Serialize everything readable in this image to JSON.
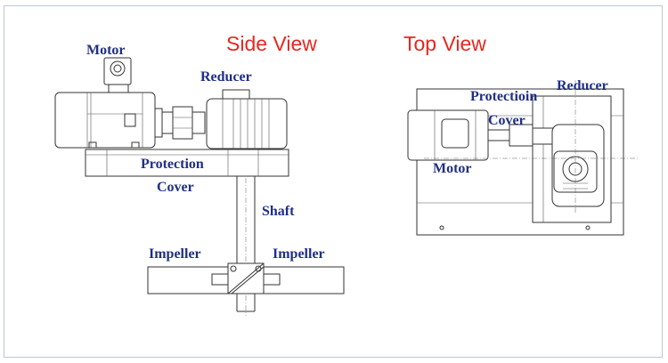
{
  "titles": {
    "side_view": "Side View",
    "top_view": "Top View"
  },
  "side_labels": {
    "motor": "Motor",
    "reducer": "Reducer",
    "protection": "Protection",
    "cover": "Cover",
    "shaft": "Shaft",
    "impeller_left": "Impeller",
    "impeller_right": "Impeller"
  },
  "top_labels": {
    "reducer": "Reducer",
    "protection": "Protectioin",
    "cover": "Cover",
    "motor": "Motor"
  },
  "colors": {
    "title": "#e8261f",
    "label": "#1f2f86",
    "line": "#333333"
  }
}
